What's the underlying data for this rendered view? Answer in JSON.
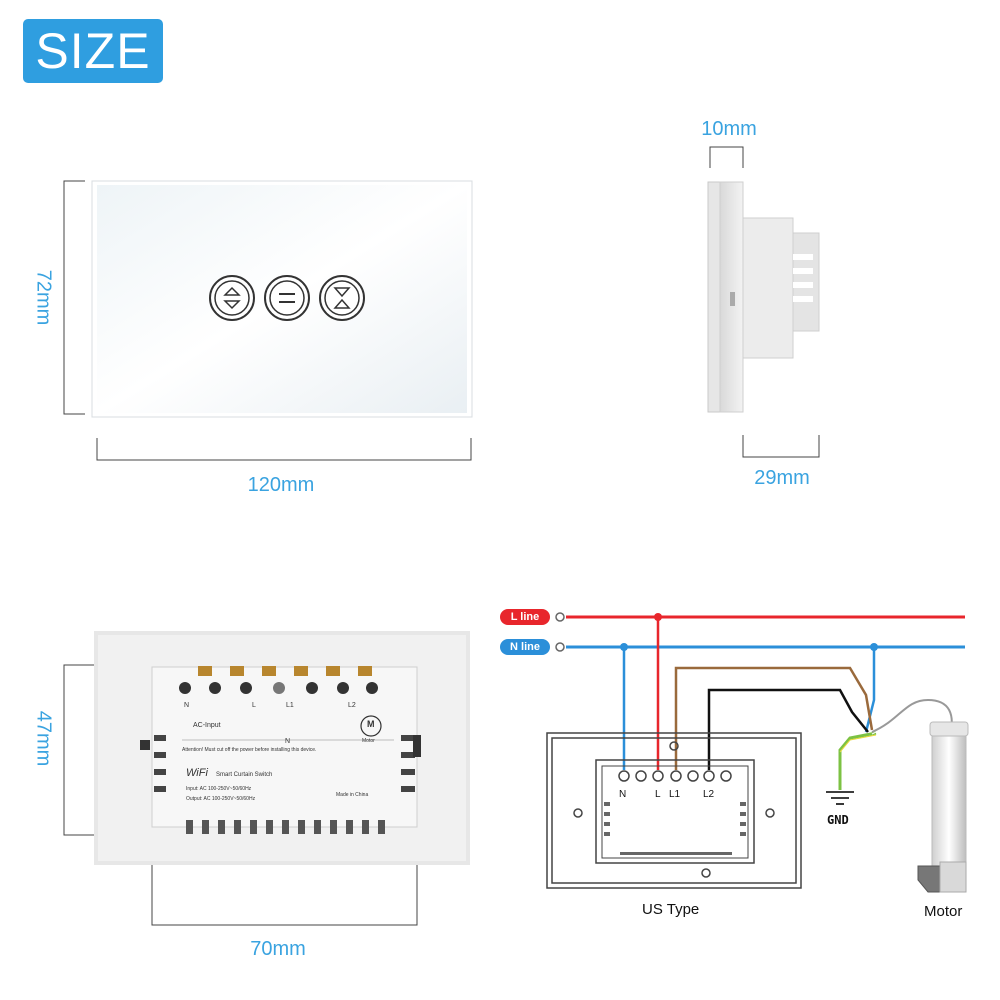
{
  "badge": {
    "label": "SIZE"
  },
  "dimensions": {
    "height_front": "72mm",
    "width_front": "120mm",
    "thickness_front": "10mm",
    "depth_back": "29mm",
    "height_module": "47mm",
    "width_module": "70mm"
  },
  "back_panel": {
    "wifi": "WiFi",
    "product": "Smart Curtain Switch",
    "warning": "Attention! Must cut off the power before installing this device.",
    "input": "Input: AC 100-250V~50/60Hz",
    "output": "Output: AC 100-250V~50/60Hz",
    "made_in": "Made in China",
    "motor_letter": "M",
    "motor_word": "Motor",
    "ac_input": "AC-Input",
    "terminals": [
      "N",
      "L",
      "L1",
      "L2"
    ],
    "n_label": "N"
  },
  "wiring": {
    "l_line": "L line",
    "n_line": "N line",
    "terminals": [
      "N",
      "L",
      "L1",
      "L2"
    ],
    "gnd": "GND",
    "us_type": "US Type",
    "motor": "Motor"
  },
  "colors": {
    "accent": "#2f9ee0",
    "l_line": "#e8262c",
    "n_line": "#2b8fd9",
    "brown": "#9a6a3c",
    "black": "#111111",
    "ground": "#7cc243"
  }
}
